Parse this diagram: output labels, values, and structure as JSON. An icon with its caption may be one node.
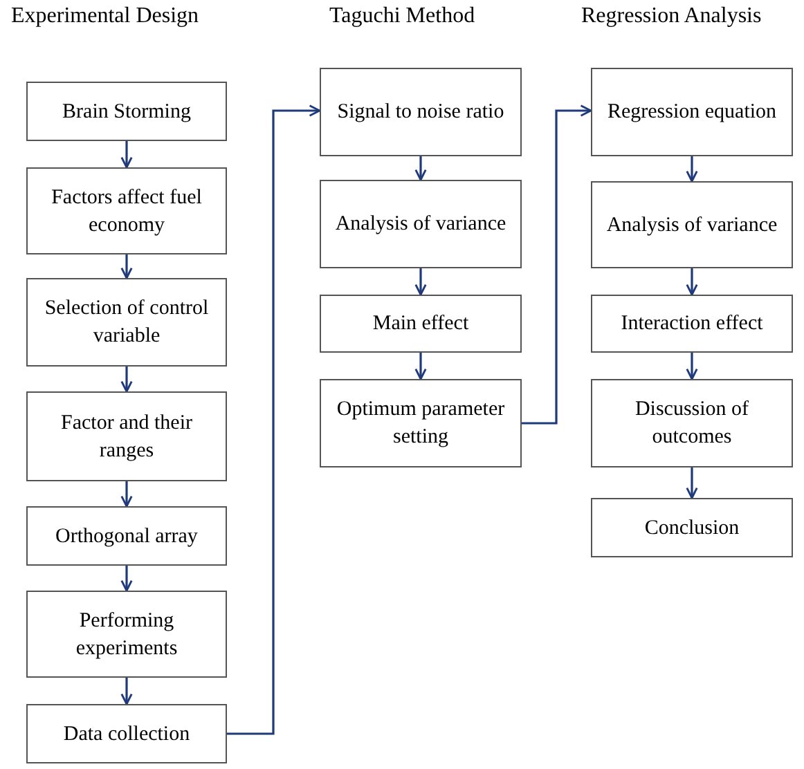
{
  "diagram": {
    "nodes": [
      {
        "text": [
          "Brain Storming"
        ]
      },
      {
        "text": [
          "Factors affect fuel economy"
        ]
      },
      {
        "text": [
          "Selection of control variable"
        ]
      },
      {
        "text": [
          "Factor and their ranges"
        ]
      },
      {
        "text": [
          "Orthogonal array"
        ]
      },
      {
        "text": [
          "Performing experiments"
        ]
      },
      {
        "text": [
          "Data collection"
        ]
      },
      {
        "text": [
          "Signal to noise ratio"
        ]
      },
      {
        "text": [
          "Analysis of variance"
        ]
      },
      {
        "text": [
          "Main effect"
        ]
      },
      {
        "text": [
          "Optimum parameter setting"
        ]
      },
      {
        "text": [
          "Regression equation"
        ]
      },
      {
        "text": [
          "Analysis of variance"
        ]
      },
      {
        "text": [
          "Interaction effect"
        ]
      },
      {
        "text": [
          "Discussion of outcomes"
        ]
      },
      {
        "text": [
          "Conclusion"
        ]
      }
    ],
    "edges": [
      {
        "from": 0,
        "to": 1,
        "arrow": "to"
      },
      {
        "from": 1,
        "to": 2,
        "arrow": "to"
      },
      {
        "from": 2,
        "to": 3,
        "arrow": "to"
      },
      {
        "from": 3,
        "to": 4,
        "arrow": "to"
      },
      {
        "from": 4,
        "to": 5,
        "arrow": "to"
      },
      {
        "from": 5,
        "to": 6,
        "arrow": "to"
      },
      {
        "from": 6,
        "to": 7,
        "arrow": "to"
      },
      {
        "from": 7,
        "to": 8,
        "arrow": "to"
      },
      {
        "from": 8,
        "to": 9,
        "arrow": "to"
      },
      {
        "from": 9,
        "to": 10,
        "arrow": "to"
      },
      {
        "from": 10,
        "to": 11,
        "arrow": "to"
      },
      {
        "from": 11,
        "to": 12,
        "arrow": "to"
      },
      {
        "from": 12,
        "to": 13,
        "arrow": "to"
      },
      {
        "from": 13,
        "to": 14,
        "arrow": "to"
      },
      {
        "from": 14,
        "to": 15,
        "arrow": "to"
      }
    ],
    "labels": [
      "Experimental Design",
      "Taguchi Method",
      "Regression Analysis"
    ]
  }
}
